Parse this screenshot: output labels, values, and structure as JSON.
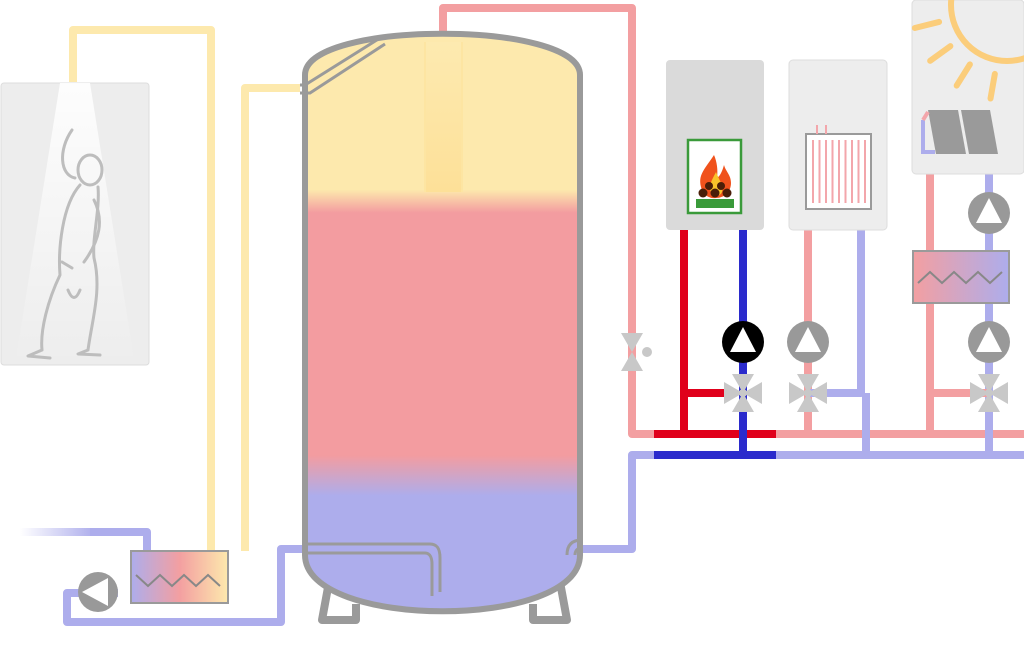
{
  "colors": {
    "background": "#ffffff",
    "warm_water": "#fde9ad",
    "hot_pipe": "#f39fa1",
    "cold_pipe": "#adadec",
    "boiler_flow": "#e0001b",
    "boiler_return": "#2b2bcc",
    "tank_outline": "#9a9a9a",
    "tank_top": "#fde9ad",
    "tank_middle": "#f39ca0",
    "tank_bottom": "#adadec",
    "panel_fill": "#ededed",
    "panel_stroke": "#dddddd",
    "pump_grey": "#999999",
    "pump_active": "#000000",
    "valve_grey": "#c8c8c8",
    "sun": "#fbcd7b",
    "flame_frame": "#3a9a3a",
    "flame_outer": "#f0521c",
    "flame_inner": "#f9c32a",
    "log_color": "#4a1e08",
    "grate_color": "#3a9a3a"
  },
  "icons": {
    "shower": "person-shower-icon",
    "boiler": "fire-boiler-icon",
    "radiator": "radiator-icon",
    "sun": "sun-icon",
    "solar_panel": "solar-collector-icon",
    "pump": "circulation-pump-icon",
    "valve": "three-way-valve-icon",
    "heat_exchanger": "heat-exchanger-icon"
  },
  "components": {
    "storage_tank": "buffer-storage-tank",
    "fresh_water_station": "fresh-water-heat-exchanger",
    "boiler_circuit": "boiler-circuit",
    "radiator_circuit": "heating-circuit",
    "solar_circuit": "solar-circuit"
  },
  "state": {
    "active_pump": "boiler-pump"
  }
}
